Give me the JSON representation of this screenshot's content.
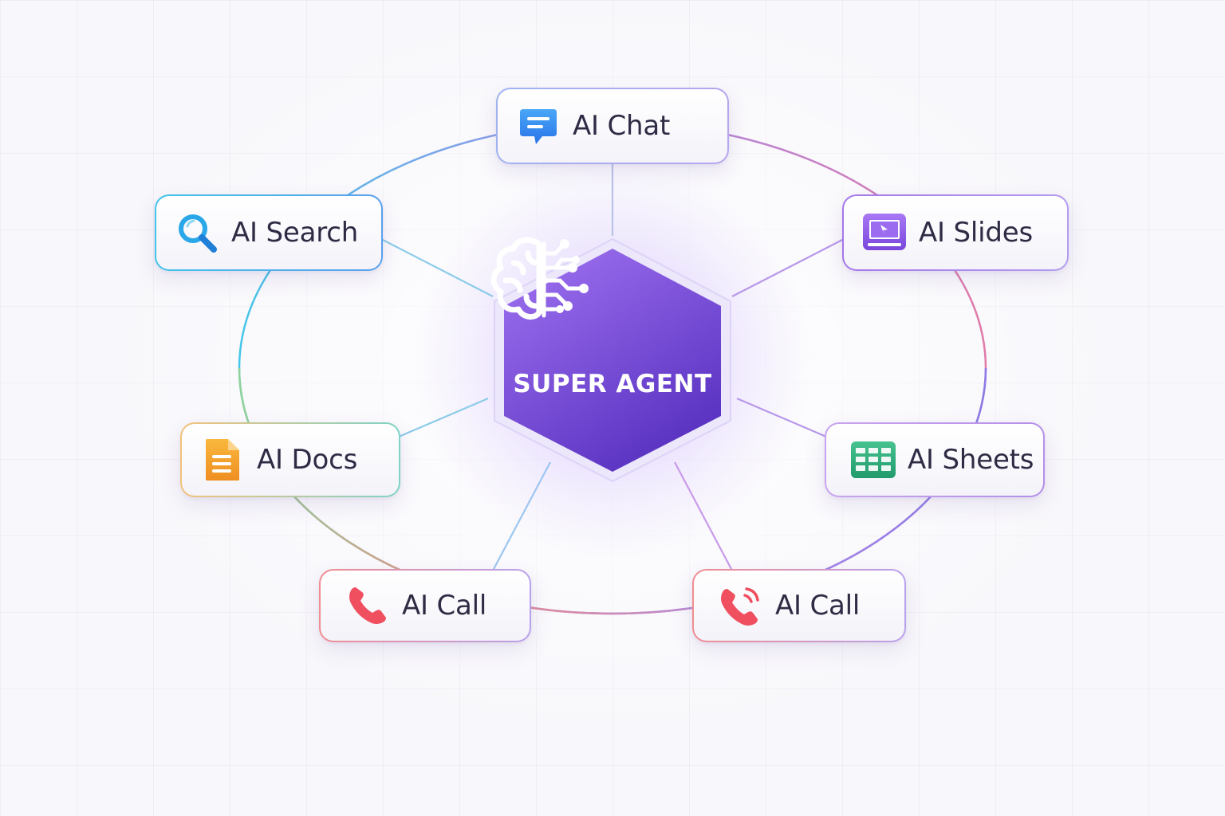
{
  "hub": {
    "title": "SUPER AGENT",
    "icon": "brain-circuit-icon",
    "colors": {
      "top": "#9b6cf0",
      "bottom": "#5b34c4",
      "border": "#ece7fb"
    }
  },
  "nodes": [
    {
      "id": "chat",
      "label": "AI Chat",
      "icon": "chat-bubble-icon",
      "accent": "#3b8df0"
    },
    {
      "id": "search",
      "label": "AI Search",
      "icon": "search-icon",
      "accent": "#2aa7e8"
    },
    {
      "id": "slides",
      "label": "AI Slides",
      "icon": "presentation-icon",
      "accent": "#8a55e6"
    },
    {
      "id": "docs",
      "label": "AI Docs",
      "icon": "document-icon",
      "accent": "#f0a22e"
    },
    {
      "id": "sheets",
      "label": "AI Sheets",
      "icon": "spreadsheet-icon",
      "accent": "#2fae7f"
    },
    {
      "id": "call_left",
      "label": "AI Call",
      "icon": "phone-icon",
      "accent": "#ef5361"
    },
    {
      "id": "call_right",
      "label": "AI Call",
      "icon": "phone-ringing-icon",
      "accent": "#ef5361"
    }
  ]
}
